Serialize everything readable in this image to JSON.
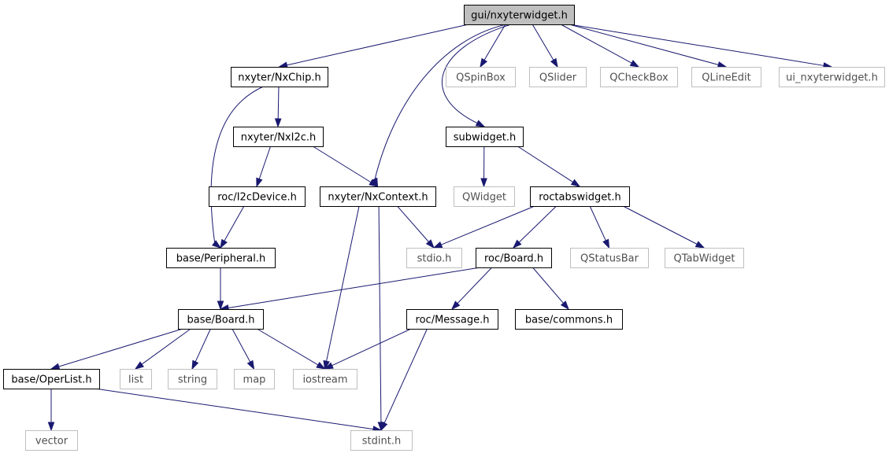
{
  "graph": {
    "nodes": [
      {
        "id": "root",
        "label": "gui/nxyterwidget.h",
        "kind": "root"
      },
      {
        "id": "nxchip",
        "label": "nxyter/NxChip.h",
        "kind": "doc"
      },
      {
        "id": "qspinbox",
        "label": "QSpinBox",
        "kind": "external"
      },
      {
        "id": "qslider",
        "label": "QSlider",
        "kind": "external"
      },
      {
        "id": "qcheckbox",
        "label": "QCheckBox",
        "kind": "external"
      },
      {
        "id": "qlineedit",
        "label": "QLineEdit",
        "kind": "external"
      },
      {
        "id": "ui_nxyterwidget",
        "label": "ui_nxyterwidget.h",
        "kind": "external"
      },
      {
        "id": "nxi2c",
        "label": "nxyter/NxI2c.h",
        "kind": "doc"
      },
      {
        "id": "subwidget",
        "label": "subwidget.h",
        "kind": "doc"
      },
      {
        "id": "i2cdevice",
        "label": "roc/I2cDevice.h",
        "kind": "doc"
      },
      {
        "id": "nxcontext",
        "label": "nxyter/NxContext.h",
        "kind": "doc"
      },
      {
        "id": "qwidget",
        "label": "QWidget",
        "kind": "external"
      },
      {
        "id": "roctabswidget",
        "label": "roctabswidget.h",
        "kind": "doc"
      },
      {
        "id": "peripheral",
        "label": "base/Peripheral.h",
        "kind": "doc"
      },
      {
        "id": "stdio",
        "label": "stdio.h",
        "kind": "external"
      },
      {
        "id": "rocboard",
        "label": "roc/Board.h",
        "kind": "doc"
      },
      {
        "id": "qstatusbar",
        "label": "QStatusBar",
        "kind": "external"
      },
      {
        "id": "qtabwidget",
        "label": "QTabWidget",
        "kind": "external"
      },
      {
        "id": "baseboard",
        "label": "base/Board.h",
        "kind": "doc"
      },
      {
        "id": "rocmessage",
        "label": "roc/Message.h",
        "kind": "doc"
      },
      {
        "id": "basecommons",
        "label": "base/commons.h",
        "kind": "doc"
      },
      {
        "id": "operlist",
        "label": "base/OperList.h",
        "kind": "doc"
      },
      {
        "id": "list",
        "label": "list",
        "kind": "external"
      },
      {
        "id": "string",
        "label": "string",
        "kind": "external"
      },
      {
        "id": "map",
        "label": "map",
        "kind": "external"
      },
      {
        "id": "iostream",
        "label": "iostream",
        "kind": "external"
      },
      {
        "id": "vector",
        "label": "vector",
        "kind": "external"
      },
      {
        "id": "stdint",
        "label": "stdint.h",
        "kind": "external"
      }
    ],
    "edges": [
      {
        "from": "root",
        "to": "nxchip"
      },
      {
        "from": "root",
        "to": "nxcontext"
      },
      {
        "from": "root",
        "to": "subwidget"
      },
      {
        "from": "root",
        "to": "qspinbox"
      },
      {
        "from": "root",
        "to": "qslider"
      },
      {
        "from": "root",
        "to": "qcheckbox"
      },
      {
        "from": "root",
        "to": "qlineedit"
      },
      {
        "from": "root",
        "to": "ui_nxyterwidget"
      },
      {
        "from": "nxchip",
        "to": "nxi2c"
      },
      {
        "from": "nxchip",
        "to": "peripheral"
      },
      {
        "from": "nxi2c",
        "to": "i2cdevice"
      },
      {
        "from": "nxi2c",
        "to": "nxcontext"
      },
      {
        "from": "i2cdevice",
        "to": "peripheral"
      },
      {
        "from": "nxcontext",
        "to": "stdio"
      },
      {
        "from": "nxcontext",
        "to": "iostream"
      },
      {
        "from": "nxcontext",
        "to": "stdint"
      },
      {
        "from": "subwidget",
        "to": "qwidget"
      },
      {
        "from": "subwidget",
        "to": "roctabswidget"
      },
      {
        "from": "roctabswidget",
        "to": "stdio"
      },
      {
        "from": "roctabswidget",
        "to": "rocboard"
      },
      {
        "from": "roctabswidget",
        "to": "qstatusbar"
      },
      {
        "from": "roctabswidget",
        "to": "qtabwidget"
      },
      {
        "from": "peripheral",
        "to": "baseboard"
      },
      {
        "from": "rocboard",
        "to": "baseboard"
      },
      {
        "from": "rocboard",
        "to": "rocmessage"
      },
      {
        "from": "rocboard",
        "to": "basecommons"
      },
      {
        "from": "baseboard",
        "to": "operlist"
      },
      {
        "from": "baseboard",
        "to": "list"
      },
      {
        "from": "baseboard",
        "to": "string"
      },
      {
        "from": "baseboard",
        "to": "map"
      },
      {
        "from": "baseboard",
        "to": "iostream"
      },
      {
        "from": "rocmessage",
        "to": "iostream"
      },
      {
        "from": "rocmessage",
        "to": "stdint"
      },
      {
        "from": "operlist",
        "to": "vector"
      },
      {
        "from": "operlist",
        "to": "stdint"
      }
    ]
  }
}
